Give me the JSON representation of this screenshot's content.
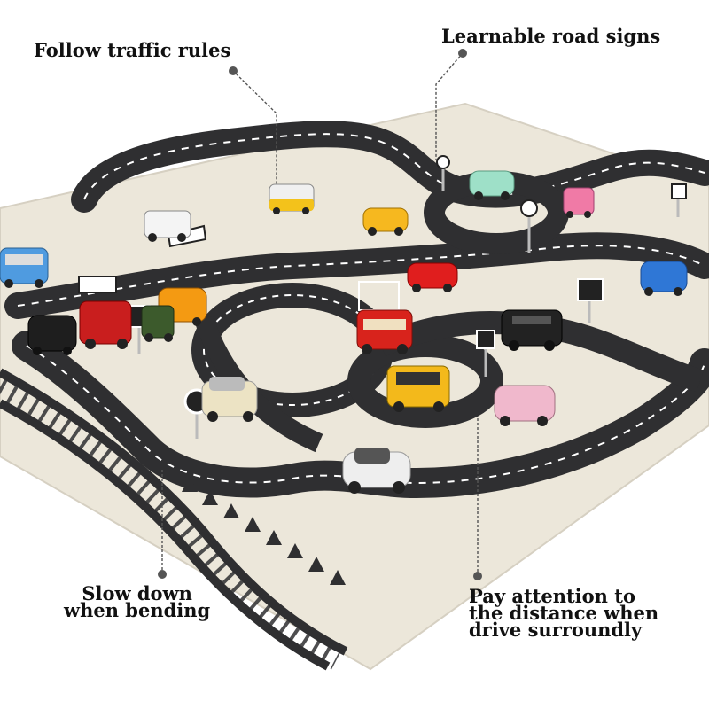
{
  "callouts": {
    "follow_traffic_rules": "Follow traffic rules",
    "learnable_road_signs": "Learnable road signs",
    "slow_down": [
      "Slow down",
      "when bending"
    ],
    "pay_attention": [
      "Pay attention to",
      "the distance when",
      "drive surroundly"
    ]
  },
  "colors": {
    "mat": "#ece7da",
    "road": "#2f2f31",
    "lane_marking": "#ffffff",
    "leader_line": "#555555"
  },
  "toy_cars": [
    "white-car",
    "beige-car",
    "yellow-school-bus",
    "red-bus",
    "pink-car",
    "black-van",
    "red-race-car",
    "orange-car",
    "yellow-car",
    "blue-car",
    "mint-car",
    "pink-van",
    "blue-bus",
    "red-truck",
    "green-jeep",
    "white-minibus",
    "black-car",
    "yellow-white-bus"
  ]
}
